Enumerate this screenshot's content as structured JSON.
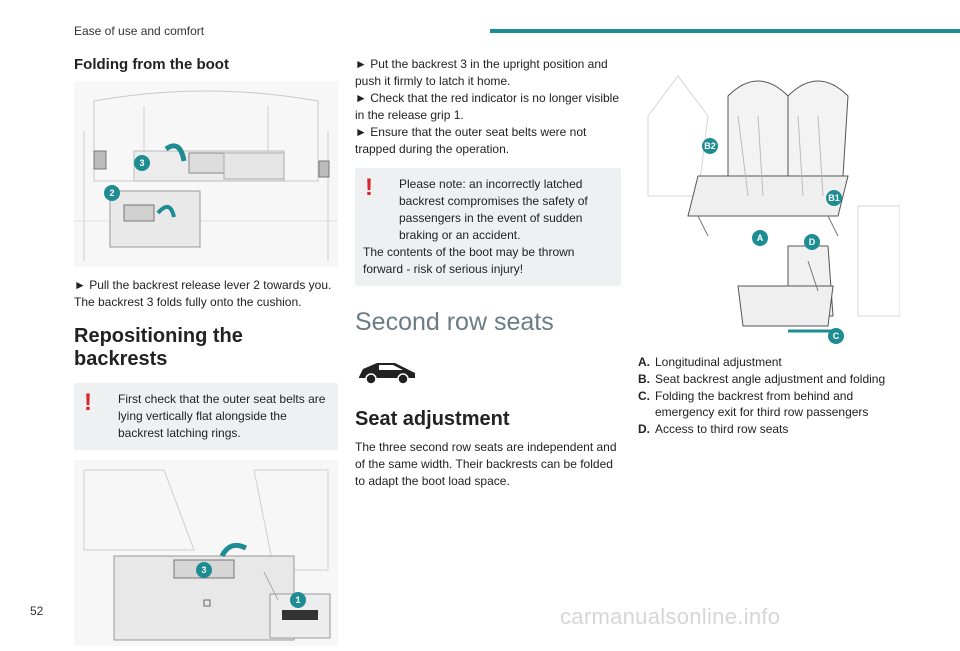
{
  "header": {
    "title": "Ease of use and comfort",
    "accent_color": "#1e8c93"
  },
  "footer": {
    "page_number": "52",
    "watermark": "carmanualsonline.info"
  },
  "col1": {
    "heading": "Folding from the boot",
    "fig1_callouts": [
      "3",
      "2"
    ],
    "text": "► Pull the backrest release lever 2 towards you. The backrest 3 folds fully onto the cushion.",
    "heading2": "Repositioning the backrests",
    "note": "First check that the outer seat belts are lying vertically flat alongside the backrest latching rings.",
    "fig2_callouts": [
      "3",
      "1"
    ]
  },
  "col2": {
    "steps": [
      "► Put the backrest 3 in the upright position and push it firmly to latch it home.",
      "► Check that the red indicator is no longer visible in the release grip 1.",
      "► Ensure that the outer seat belts were not trapped during the operation."
    ],
    "note_line1": "Please note: an incorrectly latched backrest compromises the safety of passengers in the event of sudden braking or an accident.",
    "note_line2": "The contents of the boot may be thrown forward - risk of serious injury!",
    "section_title": "Second row seats",
    "subheading": "Seat adjustment",
    "text": "The three second row seats are independent and of the same width. Their backrests can be folded to adapt the boot load space."
  },
  "col3": {
    "fig_callouts": [
      "B2",
      "B1",
      "A",
      "D",
      "C"
    ],
    "legend": [
      {
        "key": "A.",
        "text": "Longitudinal adjustment"
      },
      {
        "key": "B.",
        "text": "Seat backrest angle adjustment and folding"
      },
      {
        "key": "C.",
        "text": "Folding the backrest from behind and emergency exit for third row passengers"
      },
      {
        "key": "D.",
        "text": "Access to third row seats"
      }
    ]
  }
}
